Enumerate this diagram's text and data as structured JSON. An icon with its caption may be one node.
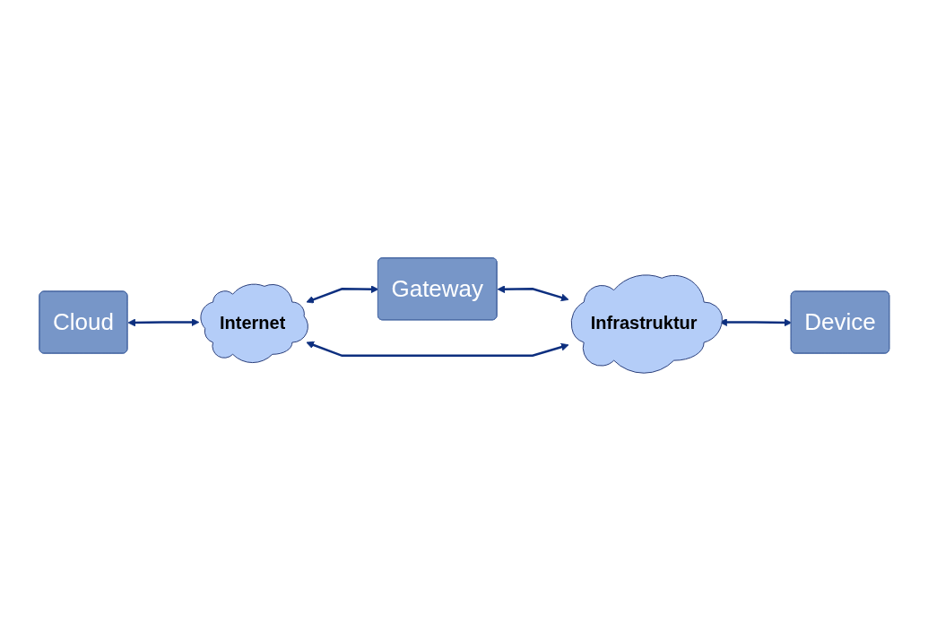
{
  "diagram": {
    "nodes": [
      {
        "text": [
          "Cloud"
        ]
      },
      {
        "text": [
          "Internet"
        ]
      },
      {
        "text": [
          "Gateway"
        ]
      },
      {
        "text": [
          "Infrastruktur"
        ]
      },
      {
        "text": [
          "Device"
        ]
      }
    ],
    "edges": [
      {
        "from": 0,
        "to": 1,
        "arrow": "both"
      },
      {
        "from": 1,
        "to": 2,
        "arrow": "both"
      },
      {
        "from": 2,
        "to": 3,
        "arrow": "both"
      },
      {
        "from": 1,
        "to": 3,
        "arrow": "both"
      },
      {
        "from": 3,
        "to": 4,
        "arrow": "both"
      }
    ]
  }
}
